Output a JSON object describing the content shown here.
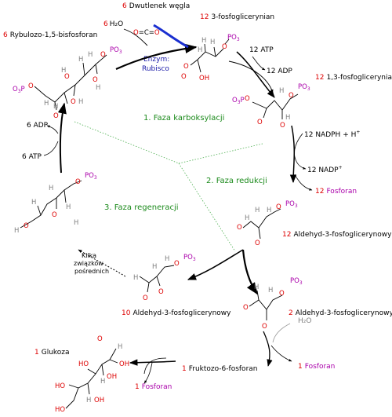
{
  "colors": {
    "number": "#dd0000",
    "phosphate": "#aa00aa",
    "oxygen": "#dd0000",
    "hydrogen": "#808080",
    "phase": "#1b8a1b",
    "enzyme": "#1a1aa8",
    "co2_arrow": "#1a2fd0"
  },
  "labels": {
    "co2_count": "6",
    "co2_name": "Dwutlenek węgla",
    "water_count": "6",
    "water": "H₂O",
    "pga_count": "12",
    "pga_name": "3-fosfoglicerynian",
    "rubp_count": "6",
    "rubp_name": "Rybulozo-1,5-bisfosforan",
    "enzyme_line1": "Enzym:",
    "enzyme_line2": "Rubisco",
    "atp_in_1": "12 ATP",
    "adp_out_1": "12 ADP",
    "bpg_count": "12",
    "bpg_name": "1,3-fosfoglicerynian",
    "nadph_in": "12 NADPH + H",
    "nadph_sup": "+",
    "nadp_out": "12 NADP",
    "nadp_sup": "+",
    "pi_out_count": "12",
    "pi_out_name": "Fosforan",
    "g3p_count": "12",
    "g3p_name": "Aldehyd-3-fosfoglicerynowy",
    "g3p_regen_count": "10",
    "g3p_regen_name": "Aldehyd-3-fosfoglicerynowy",
    "g3p_out_count": "2",
    "g3p_out_name": "Aldehyd-3-fosfoglicerynowy",
    "water_out": "H₂O",
    "pi_2_count": "1",
    "pi_2_name": "Fosforan",
    "f6p_count": "1",
    "f6p_name": "Fruktozo-6-fosforan",
    "pi_3_count": "1",
    "pi_3_name": "Fosforan",
    "glucose_count": "1",
    "glucose_name": "Glukoza",
    "intermediates_1": "Kilka",
    "intermediates_2": "związków",
    "intermediates_3": "pośrednich",
    "adp_6": "6 ADP",
    "atp_6": "6 ATP"
  },
  "phases": {
    "carboxylation": "1. Faza karboksylacji",
    "reduction": "2. Faza redukcji",
    "regeneration": "3. Faza regeneracji"
  },
  "molecules": {
    "phosphate_group": "PO",
    "phosphate_sub": "3",
    "phosphate_left": "O",
    "phosphate_left_sub": "3",
    "phosphate_left_tail": "P",
    "oxygen": "O",
    "hydrogen": "H",
    "hydroxyl": "OH",
    "hydroxyl_left": "HO",
    "co2": "O=C=O"
  }
}
